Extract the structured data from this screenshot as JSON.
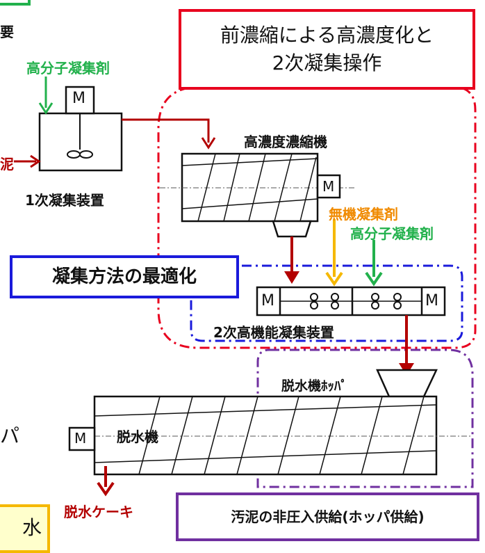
{
  "title_box": {
    "line1": "前濃縮による高濃度化と",
    "line2": "2次凝集操作"
  },
  "left_fragment": {
    "text": "要"
  },
  "polymer_top": "高分子凝集剤",
  "sludge_fragment": "泥",
  "primary_unit": {
    "motor": "M",
    "label": "1次凝集装置"
  },
  "thickener": {
    "label": "高濃度濃縮機",
    "motor": "M"
  },
  "inorganic_coagulant": "無機凝集剤",
  "polymer_right": "高分子凝集剤",
  "optimize_box": "凝集方法の最適化",
  "secondary_unit": {
    "motor_left": "M",
    "motor_right": "M",
    "label": "2次高機能凝集装置"
  },
  "hopper": {
    "label": "脱水機ﾎｯﾊﾟ"
  },
  "dewaterer": {
    "label": "脱水機",
    "motor": "M"
  },
  "left_char": "パ",
  "cake": "脱水ケーキ",
  "hopper_box": "汚泥の非圧入供給(ホッパ供給)",
  "yellow_fragment": "水",
  "colors": {
    "red": "#e8001e",
    "dark_red": "#b30000",
    "green": "#22b14c",
    "orange": "#f08a00",
    "yellow": "#f5b800",
    "blue": "#1a1adb",
    "purple": "#7030a0"
  }
}
